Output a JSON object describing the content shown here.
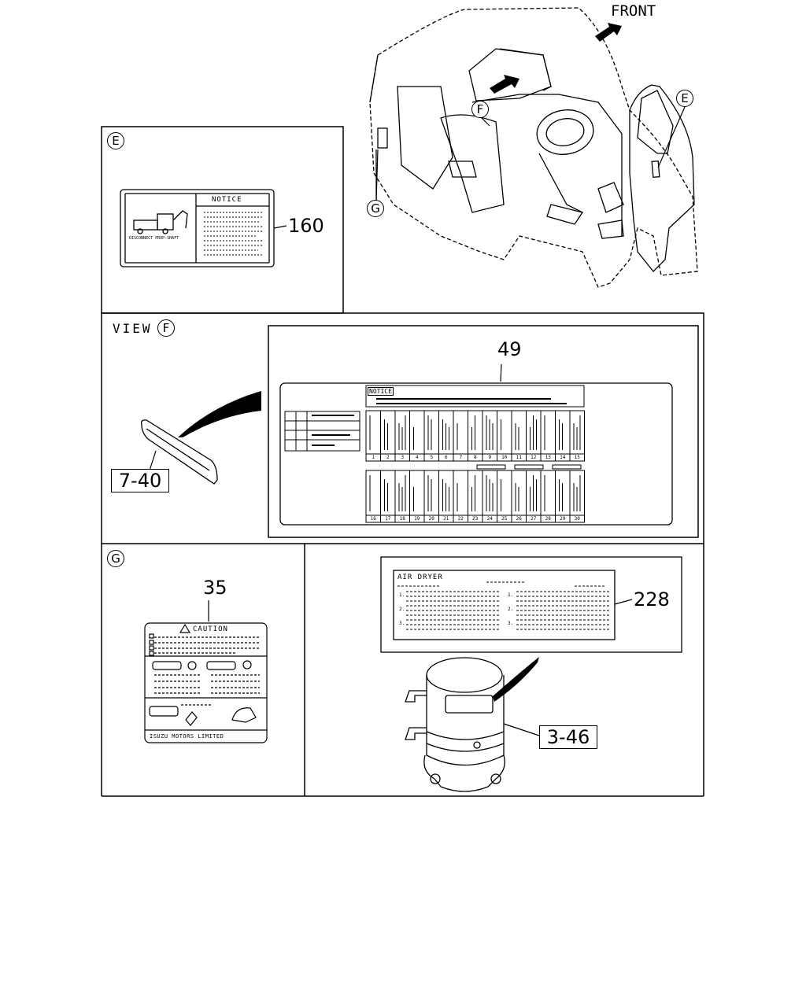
{
  "header": {
    "front_label": "FRONT"
  },
  "callouts": {
    "e": "E",
    "f": "F",
    "g": "G"
  },
  "panel_e": {
    "circle": "E",
    "part_no": "160",
    "label_heading": "NOTICE",
    "label_caption": "DISCONNECT PROP-SHAFT"
  },
  "panel_view_f": {
    "view_text": "VIEW",
    "circle": "F",
    "part_no": "49",
    "ref_no": "7-40",
    "label_heading": "NOTICE",
    "fuse_numbers_top": [
      "1",
      "2",
      "3",
      "4",
      "5",
      "6",
      "7",
      "8",
      "9",
      "10",
      "11",
      "12",
      "13",
      "14",
      "15"
    ],
    "fuse_numbers_bottom": [
      "16",
      "17",
      "18",
      "19",
      "20",
      "21",
      "22",
      "23",
      "24",
      "25",
      "26",
      "27",
      "28",
      "29",
      "30"
    ]
  },
  "panel_g": {
    "circle": "G",
    "part_no": "35",
    "label_heading": "CAUTION",
    "label_footer": "ISUZU MOTORS LIMITED"
  },
  "panel_air_dryer": {
    "part_no": "228",
    "ref_no": "3-46",
    "label_heading": "AIR DRYER",
    "items_left": [
      "1.",
      "2.",
      "3."
    ],
    "items_right": [
      "1.",
      "2.",
      "3."
    ]
  },
  "colors": {
    "line": "#000000",
    "background": "#ffffff"
  }
}
